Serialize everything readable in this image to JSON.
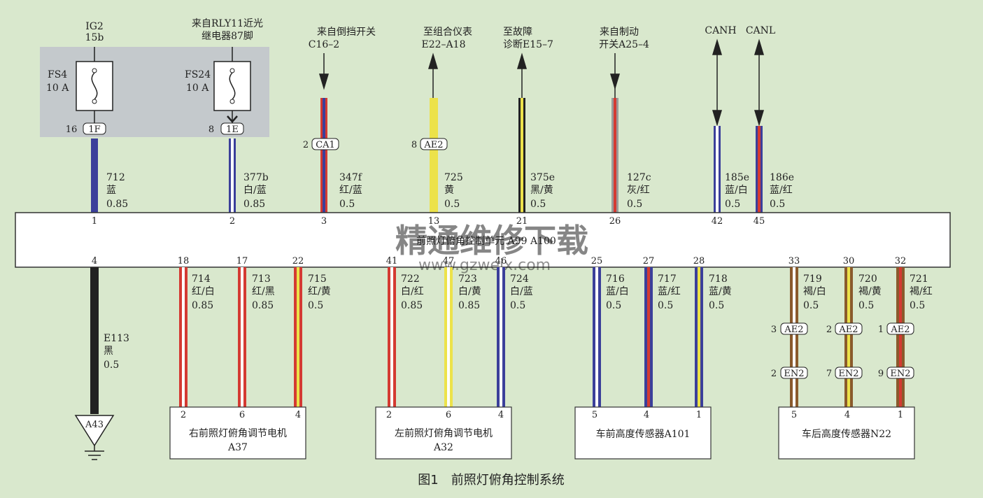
{
  "top_sources": {
    "ig2": {
      "line1": "IG2",
      "line2": "15b"
    },
    "rly11": {
      "line1": "来自RLY11近光",
      "line2": "继电器87脚"
    },
    "reverse": {
      "line1": "来自倒挡开关",
      "line2": "C16–2"
    },
    "cluster": {
      "line1": "至组合仪表",
      "line2": "E22–A18"
    },
    "diag": {
      "line1": "至故障",
      "line2": "诊断E15–7"
    },
    "brake": {
      "line1": "来自制动",
      "line2": "开关A25–4"
    },
    "canh": {
      "line1": "CANH"
    },
    "canl": {
      "line1": "CANL"
    }
  },
  "fuses": [
    {
      "name": "FS4",
      "rating": "10 A",
      "conn_pin": "16",
      "conn": "1F"
    },
    {
      "name": "FS24",
      "rating": "10 A",
      "conn_pin": "8",
      "conn": "1E"
    }
  ],
  "inline_connectors": {
    "ca1": {
      "pin": "2",
      "name": "CA1"
    },
    "ae2_top": {
      "pin": "8",
      "name": "AE2"
    },
    "rear_ae2": [
      {
        "pin": "3",
        "name": "AE2"
      },
      {
        "pin": "2",
        "name": "AE2"
      },
      {
        "pin": "1",
        "name": "AE2"
      }
    ],
    "rear_en2": [
      {
        "pin": "2",
        "name": "EN2"
      },
      {
        "pin": "7",
        "name": "EN2"
      },
      {
        "pin": "9",
        "name": "EN2"
      }
    ]
  },
  "top_wires": [
    {
      "pin": "1",
      "circuit": "712",
      "color_name": "蓝",
      "gauge": "0.85"
    },
    {
      "pin": "2",
      "circuit": "377b",
      "color_name": "白/蓝",
      "gauge": "0.85"
    },
    {
      "pin": "3",
      "circuit": "347f",
      "color_name": "红/蓝",
      "gauge": "0.5"
    },
    {
      "pin": "13",
      "circuit": "725",
      "color_name": "黄",
      "gauge": "0.5"
    },
    {
      "pin": "21",
      "circuit": "375e",
      "color_name": "黑/黄",
      "gauge": "0.5"
    },
    {
      "pin": "26",
      "circuit": "127c",
      "color_name": "灰/红",
      "gauge": "0.5"
    },
    {
      "pin": "42",
      "circuit": "185e",
      "color_name": "蓝/白",
      "gauge": "0.5"
    },
    {
      "pin": "45",
      "circuit": "186e",
      "color_name": "蓝/红",
      "gauge": "0.5"
    }
  ],
  "module": {
    "label": "前照灯俯角控制单元 A99 A100"
  },
  "watermark": {
    "line1": "精通维修下载",
    "line2": "www.gzweix.com"
  },
  "bottom_wires": [
    {
      "pin": "4",
      "circuit": "E113",
      "color_name": "黑",
      "gauge": "0.5"
    },
    {
      "pin": "18",
      "circuit": "714",
      "color_name": "红/白",
      "gauge": "0.85"
    },
    {
      "pin": "17",
      "circuit": "713",
      "color_name": "红/黑",
      "gauge": "0.85"
    },
    {
      "pin": "22",
      "circuit": "715",
      "color_name": "红/黄",
      "gauge": "0.5"
    },
    {
      "pin": "41",
      "circuit": "722",
      "color_name": "白/红",
      "gauge": "0.85"
    },
    {
      "pin": "47",
      "circuit": "723",
      "color_name": "白/黄",
      "gauge": "0.85"
    },
    {
      "pin": "46",
      "circuit": "724",
      "color_name": "白/蓝",
      "gauge": "0.5"
    },
    {
      "pin": "25",
      "circuit": "716",
      "color_name": "蓝/白",
      "gauge": "0.5"
    },
    {
      "pin": "27",
      "circuit": "717",
      "color_name": "蓝/红",
      "gauge": "0.5"
    },
    {
      "pin": "28",
      "circuit": "718",
      "color_name": "蓝/黄",
      "gauge": "0.5"
    },
    {
      "pin": "33",
      "circuit": "719",
      "color_name": "褐/白",
      "gauge": "0.5"
    },
    {
      "pin": "30",
      "circuit": "720",
      "color_name": "褐/黄",
      "gauge": "0.5"
    },
    {
      "pin": "32",
      "circuit": "721",
      "color_name": "褐/红",
      "gauge": "0.5"
    }
  ],
  "ground": {
    "label": "A43"
  },
  "devices": [
    {
      "line1": "右前照灯俯角调节电机",
      "line2": "A37",
      "pins": [
        "2",
        "6",
        "4"
      ]
    },
    {
      "line1": "左前照灯俯角调节电机",
      "line2": "A32",
      "pins": [
        "2",
        "6",
        "4"
      ]
    },
    {
      "line1": "车前高度传感器A101",
      "line2": "",
      "pins": [
        "5",
        "4",
        "1"
      ]
    },
    {
      "line1": "车后高度传感器N22",
      "line2": "",
      "pins": [
        "5",
        "4",
        "1"
      ]
    }
  ],
  "caption": "图1　前照灯俯角控制系统",
  "colors": {
    "background": "#d9e8cd",
    "fuse_box": "#c4c9cc",
    "blue": "#3b3f9a",
    "red": "#d43a32",
    "yellow": "#ece24a",
    "black": "#222222",
    "white": "#ffffff",
    "brown": "#8a5a2c",
    "gray": "#9a9a9a"
  }
}
